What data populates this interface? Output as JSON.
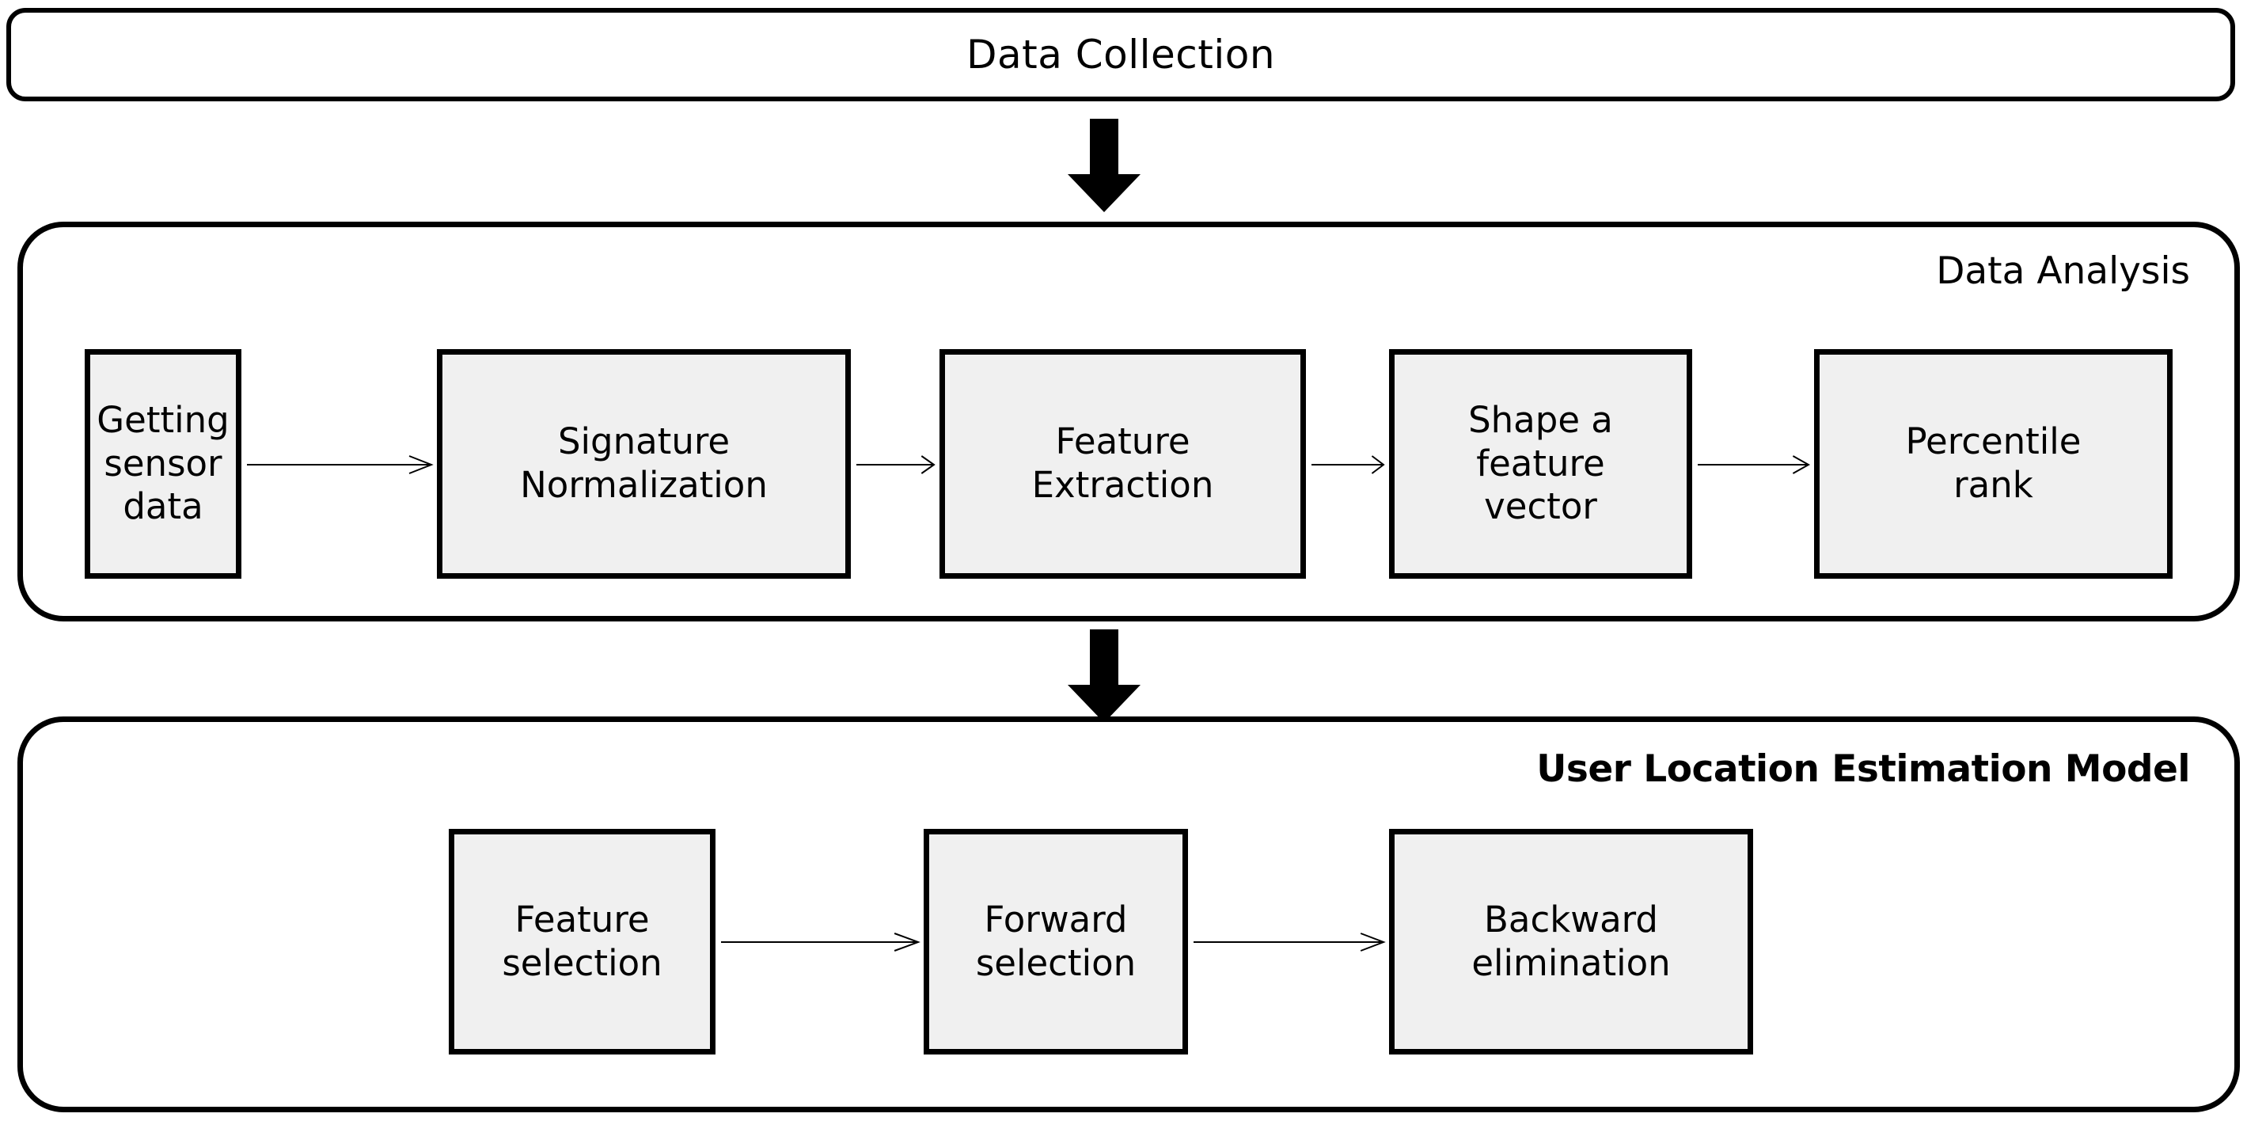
{
  "diagram": {
    "title": "Data Collection",
    "stages": {
      "collection": {
        "label": "Data Collection"
      },
      "analysis": {
        "label": "Data Analysis",
        "steps": [
          {
            "label": "Getting\nsensor\ndata"
          },
          {
            "label": "Signature\nNormalization"
          },
          {
            "label": "Feature\nExtraction"
          },
          {
            "label": "Shape a\nfeature\nvector"
          },
          {
            "label": "Percentile\nrank"
          }
        ]
      },
      "model": {
        "label": "User Location Estimation Model",
        "steps": [
          {
            "label": "Feature\nselection"
          },
          {
            "label": "Forward\nselection"
          },
          {
            "label": "Backward\nelimination"
          }
        ]
      }
    },
    "flow_arrows": [
      {
        "name": "collection-to-analysis",
        "direction": "down",
        "style": "block"
      },
      {
        "name": "analysis-to-model",
        "direction": "down",
        "style": "block"
      }
    ],
    "connectors": [
      {
        "from": "Getting sensor data",
        "to": "Signature Normalization",
        "direction": "right"
      },
      {
        "from": "Signature Normalization",
        "to": "Feature Extraction",
        "direction": "right"
      },
      {
        "from": "Feature Extraction",
        "to": "Shape a feature vector",
        "direction": "right"
      },
      {
        "from": "Shape a feature vector",
        "to": "Percentile rank",
        "direction": "right"
      },
      {
        "from": "Feature selection",
        "to": "Forward selection",
        "direction": "right"
      },
      {
        "from": "Forward selection",
        "to": "Backward elimination",
        "direction": "right"
      }
    ],
    "colors": {
      "stroke": "#000000",
      "box_fill": "#f0f0f0",
      "background": "#ffffff"
    }
  }
}
